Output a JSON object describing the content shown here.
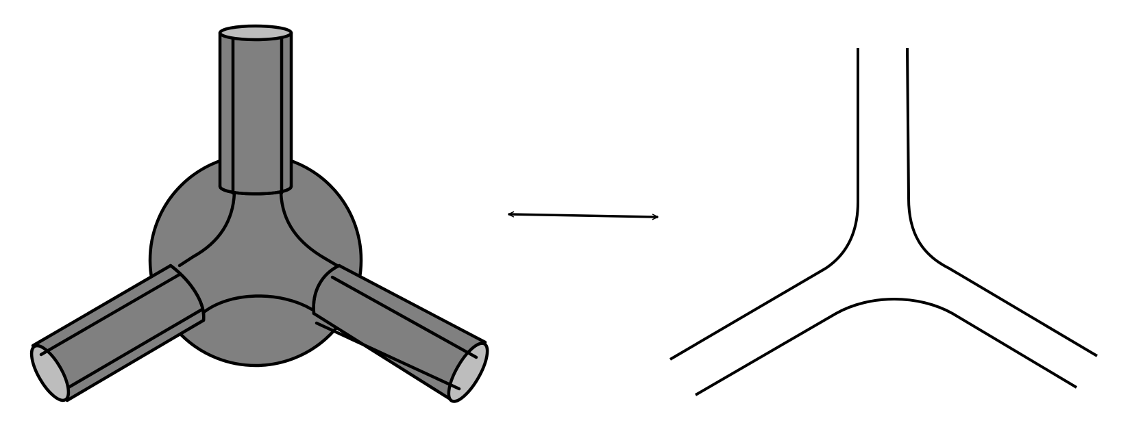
{
  "figure": {
    "left_panel": "three-tube-junction",
    "middle": "double-headed-arrow",
    "right_panel": "y-junction-outline"
  },
  "colors": {
    "background": "#ffffff",
    "stroke": "#000000",
    "solid_fill": "#808080",
    "cap_fill": "#bdbdbd"
  }
}
